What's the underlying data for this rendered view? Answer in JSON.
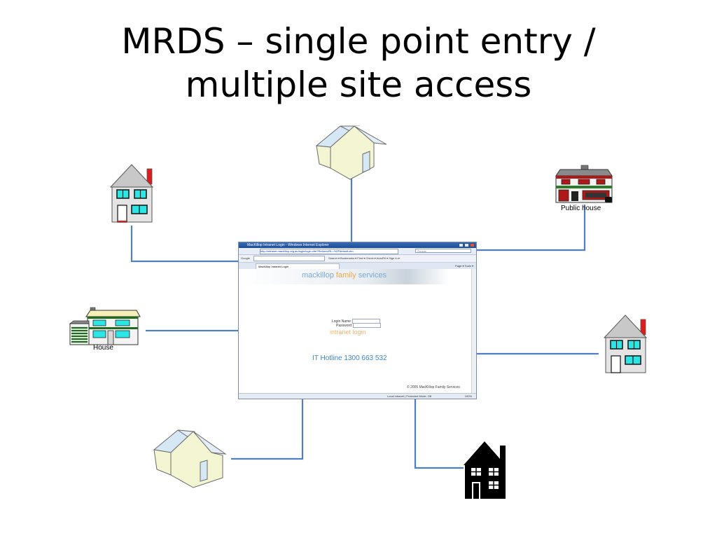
{
  "title": {
    "line1": "MRDS – single point entry /",
    "line2": "multiple site access"
  },
  "colors": {
    "connector": "#4f7fc0",
    "house_wall": "#e4e4e4",
    "window": "#2ce6e6",
    "chimney": "#e01b1b",
    "pale_house_wall": "#f4f5d2",
    "pale_house_roof": "#d6e7f6"
  },
  "houses": {
    "public_house_label": "Public house",
    "house_label": "House"
  },
  "browser": {
    "window_title": "MacKillop Intranet Login - Windows Internet Explorer",
    "url": "http://intranet.mackillop.org.au/login/login.cfm?ReturnURL=%2Fdefault.cfm",
    "search_placeholder": "Google",
    "toolbar_text": "Google",
    "toolbar_items": "Search ▾  Bookmarks ▾  Find ▾  Check ▾  AutoFill ▾  Sign In ▾",
    "tab_label": "MacKillop Intranet Login",
    "tab_tools": "Page ▾  Tools ▾",
    "brand_part1": "mackillop",
    "brand_part2": "family",
    "brand_part3": "services",
    "login_name_label": "Login Name:",
    "password_label": "Password:",
    "intranet_login": "intranet login",
    "hotline": "IT Hotline 1300 663 532",
    "copyright": "© 2005 MacKillop Family Services",
    "status_zone": "Local intranet | Protected Mode: Off",
    "status_zoom": "100%"
  }
}
